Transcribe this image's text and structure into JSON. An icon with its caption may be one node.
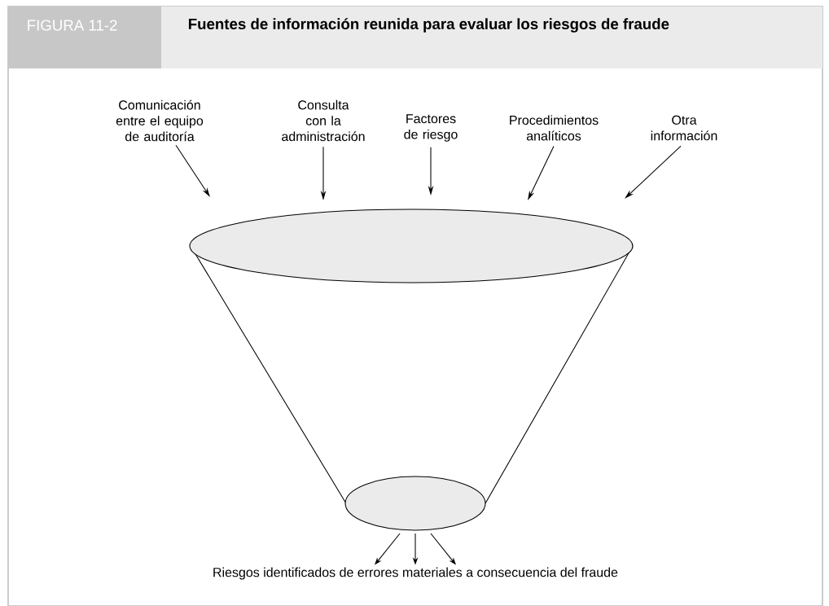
{
  "diagram": {
    "title": "Fuentes de información reunida para evaluar los riesgos de fraude",
    "nodes": [
      {
        "text": [
          "Comunicación entre el equipo de auditoría"
        ]
      },
      {
        "text": [
          "Consulta con la administración"
        ]
      },
      {
        "text": [
          "Factores de riesgo"
        ]
      },
      {
        "text": [
          "Procedimientos analíticos"
        ]
      },
      {
        "text": [
          "Otra información"
        ]
      },
      {
        "text": [],
        "shape": "ellipse"
      },
      {
        "text": [],
        "shape": "ellipse"
      },
      {
        "text": [
          "Riesgos identificados de errores materiales a consecuencia del fraude"
        ]
      }
    ],
    "edges": [
      {
        "from": 0,
        "to": 5,
        "arrow": "to"
      },
      {
        "from": 1,
        "to": 5,
        "arrow": "to"
      },
      {
        "from": 2,
        "to": 5,
        "arrow": "to"
      },
      {
        "from": 3,
        "to": 5,
        "arrow": "to"
      },
      {
        "from": 4,
        "to": 5,
        "arrow": "to"
      },
      {
        "from": 6,
        "to": 7,
        "arrow": "to"
      },
      {
        "from": 6,
        "to": 7,
        "arrow": "to"
      },
      {
        "from": 6,
        "to": 7,
        "arrow": "to"
      }
    ],
    "labels": [
      "FIGURA 11-2"
    ]
  }
}
